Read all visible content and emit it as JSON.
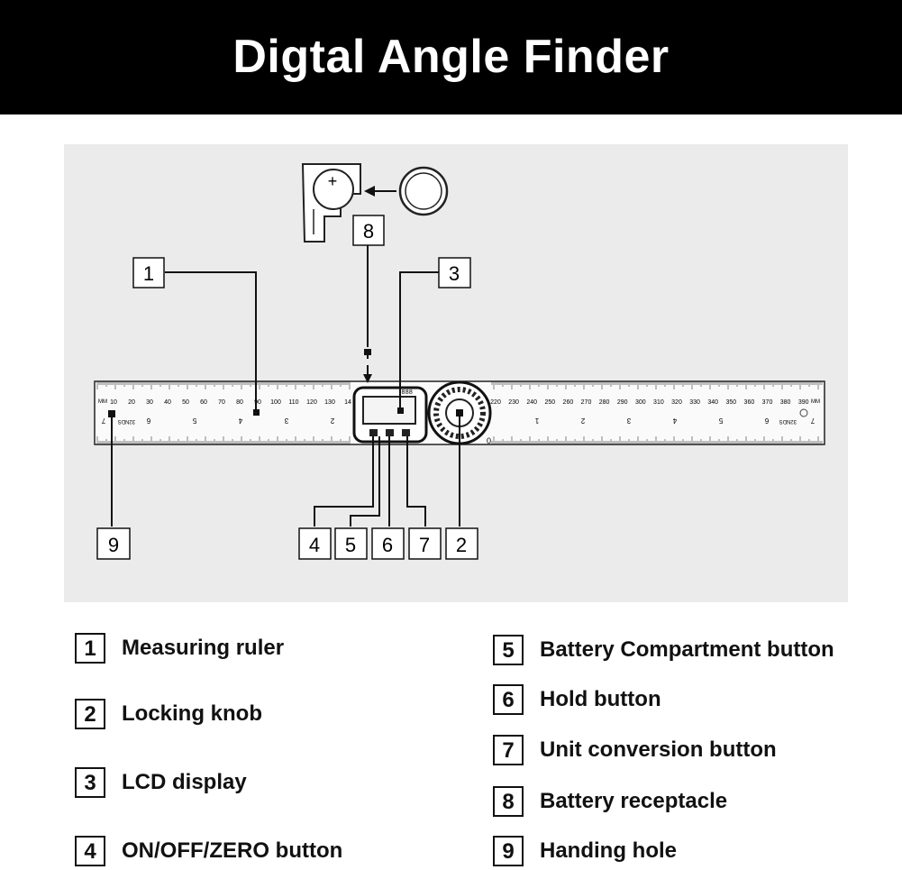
{
  "title": "Digtal Angle Finder",
  "diagram": {
    "callouts": [
      "1",
      "2",
      "3",
      "4",
      "5",
      "6",
      "7",
      "8",
      "9"
    ],
    "ruler_scale_top": [
      "10",
      "20",
      "30",
      "40",
      "50",
      "60",
      "70",
      "80",
      "90",
      "100",
      "110",
      "120",
      "130",
      "14",
      "220",
      "230",
      "240",
      "250",
      "260",
      "270",
      "280",
      "290",
      "300",
      "310",
      "320",
      "330",
      "340",
      "350",
      "360",
      "370",
      "380",
      "390"
    ],
    "ruler_unit": "MM",
    "ruler_scale_bottom": [
      "7",
      "6",
      "5",
      "4",
      "3",
      "2",
      "1",
      "2",
      "3",
      "4",
      "5",
      "6",
      "7"
    ],
    "ruler_label_inches": "32NDS",
    "lcd_text": "888",
    "knob_zero": "0",
    "battery_plus": "+"
  },
  "legend": {
    "left": [
      {
        "num": "1",
        "label": "Measuring ruler"
      },
      {
        "num": "2",
        "label": "Locking knob"
      },
      {
        "num": "3",
        "label": "LCD display"
      },
      {
        "num": "4",
        "label": "ON/OFF/ZERO button"
      }
    ],
    "right": [
      {
        "num": "5",
        "label": "Battery Compartment button"
      },
      {
        "num": "6",
        "label": "Hold button"
      },
      {
        "num": "7",
        "label": "Unit conversion button"
      },
      {
        "num": "8",
        "label": "Battery receptacle"
      },
      {
        "num": "9",
        "label": "Handing hole"
      }
    ]
  }
}
